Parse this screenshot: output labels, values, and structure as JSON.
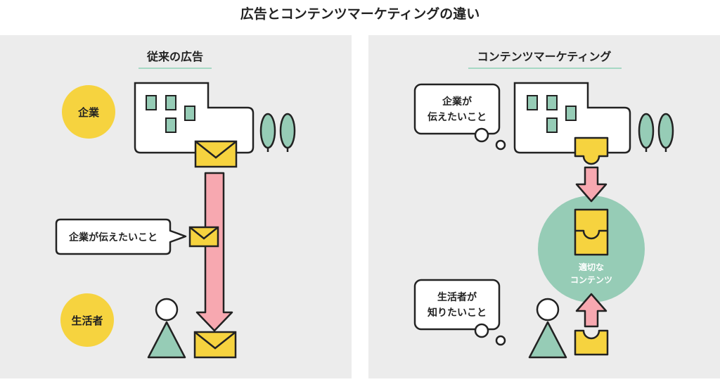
{
  "title": "広告とコンテンツマーケティングの違い",
  "colors": {
    "panel": "#ececec",
    "yellow": "#f6d33f",
    "green": "#96ccb6",
    "pink": "#f7a8b0",
    "outline": "#222222",
    "underline": "#a6d8c4"
  },
  "left_panel": {
    "heading": "従来の広告",
    "company_badge": "企業",
    "consumer_badge": "生活者",
    "message_callout": "企業が伝えたいこと"
  },
  "right_panel": {
    "heading": "コンテンツマーケティング",
    "company_thought": [
      "企業が",
      "伝えたいこと"
    ],
    "consumer_thought": [
      "生活者が",
      "知りたいこと"
    ],
    "content_circle": [
      "適切な",
      "コンテンツ"
    ]
  }
}
